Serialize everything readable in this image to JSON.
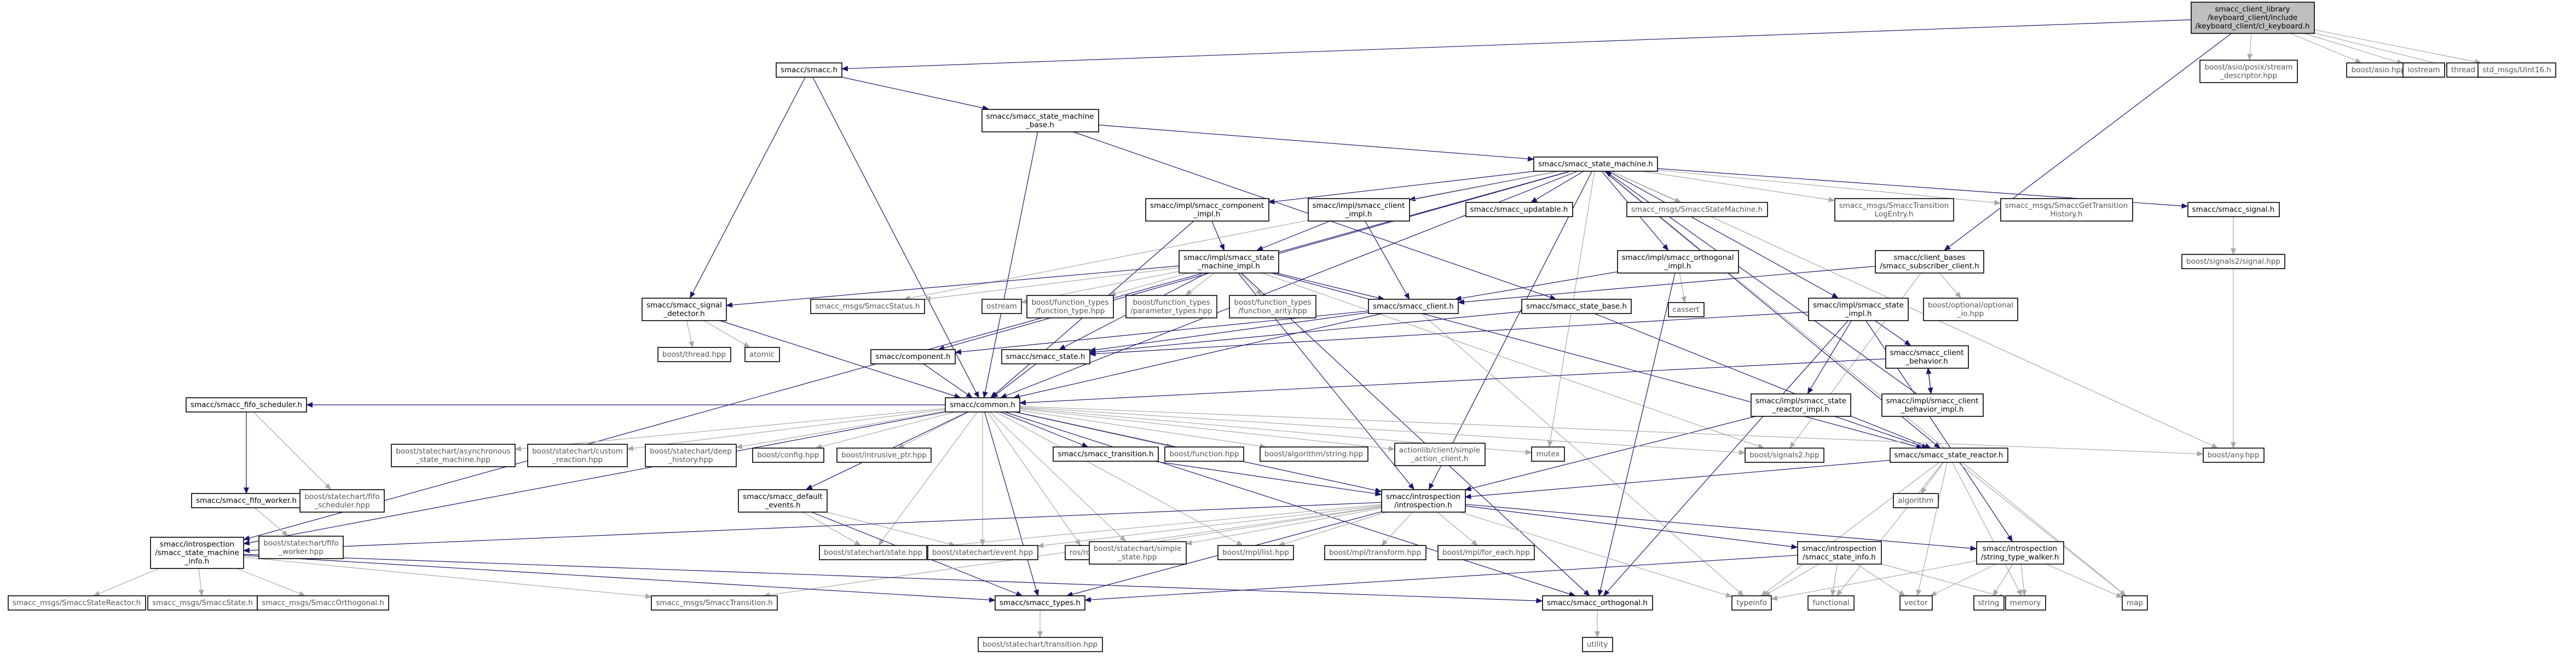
{
  "nodes": [
    {
      "id": "root",
      "lines": [
        "smacc_client_library",
        "/keyboard_client/include",
        "/keyboard_client/cl_keyboard.h"
      ],
      "kind": "root"
    },
    {
      "id": "smacc_h",
      "lines": [
        "smacc/smacc.h"
      ],
      "kind": "doc"
    },
    {
      "id": "asio_pos",
      "lines": [
        "boost/asio/posix/stream",
        "_descriptor.hpp"
      ],
      "kind": "external"
    },
    {
      "id": "asio",
      "lines": [
        "boost/asio.hpp"
      ],
      "kind": "external"
    },
    {
      "id": "iostream",
      "lines": [
        "iostream"
      ],
      "kind": "external"
    },
    {
      "id": "thread",
      "lines": [
        "thread"
      ],
      "kind": "external"
    },
    {
      "id": "uint16",
      "lines": [
        "std_msgs/UInt16.h"
      ],
      "kind": "external"
    },
    {
      "id": "smb",
      "lines": [
        "smacc/smacc_state_machine",
        "_base.h"
      ],
      "kind": "doc"
    },
    {
      "id": "sm",
      "lines": [
        "smacc/smacc_state_machine.h"
      ],
      "kind": "doc"
    },
    {
      "id": "comp_impl",
      "lines": [
        "smacc/impl/smacc_component",
        "_impl.h"
      ],
      "kind": "doc"
    },
    {
      "id": "client_impl",
      "lines": [
        "smacc/impl/smacc_client",
        "_impl.h"
      ],
      "kind": "doc"
    },
    {
      "id": "updatable",
      "lines": [
        "smacc/smacc_updatable.h"
      ],
      "kind": "doc"
    },
    {
      "id": "msg_sm",
      "lines": [
        "smacc_msgs/SmaccStateMachine.h"
      ],
      "kind": "external"
    },
    {
      "id": "msg_trans",
      "lines": [
        "smacc_msgs/SmaccTransition",
        "LogEntry.h"
      ],
      "kind": "external"
    },
    {
      "id": "msg_hist",
      "lines": [
        "smacc_msgs/SmaccGetTransition",
        "History.h"
      ],
      "kind": "external"
    },
    {
      "id": "sig",
      "lines": [
        "smacc/smacc_signal.h"
      ],
      "kind": "doc"
    },
    {
      "id": "sm_impl",
      "lines": [
        "smacc/impl/smacc_state",
        "_machine_impl.h"
      ],
      "kind": "doc"
    },
    {
      "id": "orth_impl",
      "lines": [
        "smacc/impl/smacc_orthogonal",
        "_impl.h"
      ],
      "kind": "doc"
    },
    {
      "id": "sub_client",
      "lines": [
        "smacc/client_bases",
        "/smacc_subscriber_client.h"
      ],
      "kind": "doc"
    },
    {
      "id": "sig2",
      "lines": [
        "boost/signals2/signal.hpp"
      ],
      "kind": "external"
    },
    {
      "id": "sig_det",
      "lines": [
        "smacc/smacc_signal",
        "_detector.h"
      ],
      "kind": "doc"
    },
    {
      "id": "msg_status",
      "lines": [
        "smacc_msgs/SmaccStatus.h"
      ],
      "kind": "external"
    },
    {
      "id": "ostream",
      "lines": [
        "ostream"
      ],
      "kind": "external"
    },
    {
      "id": "ft_type",
      "lines": [
        "boost/function_types",
        "/function_type.hpp"
      ],
      "kind": "external"
    },
    {
      "id": "ft_param",
      "lines": [
        "boost/function_types",
        "/parameter_types.hpp"
      ],
      "kind": "external"
    },
    {
      "id": "ft_arity",
      "lines": [
        "boost/function_types",
        "/function_arity.hpp"
      ],
      "kind": "external"
    },
    {
      "id": "client",
      "lines": [
        "smacc/smacc_client.h"
      ],
      "kind": "doc"
    },
    {
      "id": "cassert",
      "lines": [
        "cassert"
      ],
      "kind": "external"
    },
    {
      "id": "state_base",
      "lines": [
        "smacc/smacc_state_base.h"
      ],
      "kind": "doc"
    },
    {
      "id": "state_impl",
      "lines": [
        "smacc/impl/smacc_state",
        "_impl.h"
      ],
      "kind": "doc"
    },
    {
      "id": "opt",
      "lines": [
        "boost/optional/optional",
        "_io.hpp"
      ],
      "kind": "external"
    },
    {
      "id": "bthread",
      "lines": [
        "boost/thread.hpp"
      ],
      "kind": "external"
    },
    {
      "id": "atomic",
      "lines": [
        "atomic"
      ],
      "kind": "external"
    },
    {
      "id": "component",
      "lines": [
        "smacc/component.h"
      ],
      "kind": "doc"
    },
    {
      "id": "state",
      "lines": [
        "smacc/smacc_state.h"
      ],
      "kind": "doc"
    },
    {
      "id": "cb",
      "lines": [
        "smacc/smacc_client",
        "_behavior.h"
      ],
      "kind": "doc"
    },
    {
      "id": "common",
      "lines": [
        "smacc/common.h"
      ],
      "kind": "doc"
    },
    {
      "id": "cb_impl",
      "lines": [
        "smacc/impl/smacc_client",
        "_behavior_impl.h"
      ],
      "kind": "doc"
    },
    {
      "id": "sr_impl",
      "lines": [
        "smacc/impl/smacc_state",
        "_reactor_impl.h"
      ],
      "kind": "doc"
    },
    {
      "id": "fifo_sched",
      "lines": [
        "smacc/smacc_fifo_scheduler.h"
      ],
      "kind": "doc"
    },
    {
      "id": "async_sm",
      "lines": [
        "boost/statechart/asynchronous",
        "_state_machine.hpp"
      ],
      "kind": "external"
    },
    {
      "id": "custom_r",
      "lines": [
        "boost/statechart/custom",
        "_reaction.hpp"
      ],
      "kind": "external"
    },
    {
      "id": "deep_h",
      "lines": [
        "boost/statechart/deep",
        "_history.hpp"
      ],
      "kind": "external"
    },
    {
      "id": "config",
      "lines": [
        "boost/config.hpp"
      ],
      "kind": "external"
    },
    {
      "id": "intr_ptr",
      "lines": [
        "boost/intrusive_ptr.hpp"
      ],
      "kind": "external"
    },
    {
      "id": "transition",
      "lines": [
        "smacc/smacc_transition.h"
      ],
      "kind": "doc"
    },
    {
      "id": "function",
      "lines": [
        "boost/function.hpp"
      ],
      "kind": "external"
    },
    {
      "id": "algo_str",
      "lines": [
        "boost/algorithm/string.hpp"
      ],
      "kind": "external"
    },
    {
      "id": "actionlib",
      "lines": [
        "actionlib/client/simple",
        "_action_client.h"
      ],
      "kind": "external"
    },
    {
      "id": "mutex",
      "lines": [
        "mutex"
      ],
      "kind": "external"
    },
    {
      "id": "signals2",
      "lines": [
        "boost/signals2.hpp"
      ],
      "kind": "external"
    },
    {
      "id": "any",
      "lines": [
        "boost/any.hpp"
      ],
      "kind": "external"
    },
    {
      "id": "fifo_worker",
      "lines": [
        "smacc/smacc_fifo_worker.h"
      ],
      "kind": "doc"
    },
    {
      "id": "fifo_sched_hpp",
      "lines": [
        "boost/statechart/fifo",
        "_scheduler.hpp"
      ],
      "kind": "external"
    },
    {
      "id": "default_ev",
      "lines": [
        "smacc/smacc_default",
        "_events.h"
      ],
      "kind": "doc"
    },
    {
      "id": "introspection",
      "lines": [
        "smacc/introspection",
        "/introspection.h"
      ],
      "kind": "doc"
    },
    {
      "id": "sreactor",
      "lines": [
        "smacc/smacc_state_reactor.h"
      ],
      "kind": "doc"
    },
    {
      "id": "algorithm",
      "lines": [
        "algorithm"
      ],
      "kind": "external"
    },
    {
      "id": "fifo_worker_hpp",
      "lines": [
        "boost/statechart/fifo",
        "_worker.hpp"
      ],
      "kind": "external"
    },
    {
      "id": "sm_info",
      "lines": [
        "smacc/introspection",
        "/smacc_state_machine",
        "_info.h"
      ],
      "kind": "doc"
    },
    {
      "id": "sc_state",
      "lines": [
        "boost/statechart/state.hpp"
      ],
      "kind": "external"
    },
    {
      "id": "sc_event",
      "lines": [
        "boost/statechart/event.hpp"
      ],
      "kind": "external"
    },
    {
      "id": "ros",
      "lines": [
        "ros/ros.h"
      ],
      "kind": "external"
    },
    {
      "id": "sc_simple",
      "lines": [
        "boost/statechart/simple",
        "_state.hpp"
      ],
      "kind": "external"
    },
    {
      "id": "mpl_list",
      "lines": [
        "boost/mpl/list.hpp"
      ],
      "kind": "external"
    },
    {
      "id": "mpl_trans",
      "lines": [
        "boost/mpl/transform.hpp"
      ],
      "kind": "external"
    },
    {
      "id": "mpl_foreach",
      "lines": [
        "boost/mpl/for_each.hpp"
      ],
      "kind": "external"
    },
    {
      "id": "state_info",
      "lines": [
        "smacc/introspection",
        "/smacc_state_info.h"
      ],
      "kind": "doc"
    },
    {
      "id": "stw",
      "lines": [
        "smacc/introspection",
        "/string_type_walker.h"
      ],
      "kind": "doc"
    },
    {
      "id": "msg_sr",
      "lines": [
        "smacc_msgs/SmaccStateReactor.h"
      ],
      "kind": "external"
    },
    {
      "id": "msg_state",
      "lines": [
        "smacc_msgs/SmaccState.h"
      ],
      "kind": "external"
    },
    {
      "id": "msg_orth",
      "lines": [
        "smacc_msgs/SmaccOrthogonal.h"
      ],
      "kind": "external"
    },
    {
      "id": "msg_transition",
      "lines": [
        "smacc_msgs/SmaccTransition.h"
      ],
      "kind": "external"
    },
    {
      "id": "types",
      "lines": [
        "smacc/smacc_types.h"
      ],
      "kind": "doc"
    },
    {
      "id": "orthogonal",
      "lines": [
        "smacc/smacc_orthogonal.h"
      ],
      "kind": "doc"
    },
    {
      "id": "typeinfo",
      "lines": [
        "typeinfo"
      ],
      "kind": "external"
    },
    {
      "id": "functional",
      "lines": [
        "functional"
      ],
      "kind": "external"
    },
    {
      "id": "vector",
      "lines": [
        "vector"
      ],
      "kind": "external"
    },
    {
      "id": "string",
      "lines": [
        "string"
      ],
      "kind": "external"
    },
    {
      "id": "memory",
      "lines": [
        "memory"
      ],
      "kind": "external"
    },
    {
      "id": "map",
      "lines": [
        "map"
      ],
      "kind": "external"
    },
    {
      "id": "sc_transition",
      "lines": [
        "boost/statechart/transition.hpp"
      ],
      "kind": "external"
    },
    {
      "id": "utility",
      "lines": [
        "utility"
      ],
      "kind": "external"
    }
  ],
  "edges": [
    [
      "root",
      "smacc_h"
    ],
    [
      "root",
      "asio_pos"
    ],
    [
      "root",
      "asio"
    ],
    [
      "root",
      "iostream"
    ],
    [
      "root",
      "thread"
    ],
    [
      "root",
      "uint16"
    ],
    [
      "root",
      "sub_client"
    ],
    [
      "smacc_h",
      "smb"
    ],
    [
      "smacc_h",
      "sig_det"
    ],
    [
      "smacc_h",
      "common"
    ],
    [
      "smb",
      "sm"
    ],
    [
      "smb",
      "state_base"
    ],
    [
      "smb",
      "common"
    ],
    [
      "sm",
      "comp_impl"
    ],
    [
      "sm",
      "client_impl"
    ],
    [
      "sm",
      "updatable"
    ],
    [
      "sm",
      "msg_sm"
    ],
    [
      "sm",
      "msg_trans"
    ],
    [
      "sm",
      "msg_hist"
    ],
    [
      "sm",
      "sig"
    ],
    [
      "sm",
      "orth_impl"
    ],
    [
      "sm",
      "state_impl"
    ],
    [
      "sm",
      "mutex"
    ],
    [
      "sm",
      "map"
    ],
    [
      "sm",
      "any"
    ],
    [
      "sm",
      "msg_status"
    ],
    [
      "sm",
      "common"
    ],
    [
      "sm",
      "sm_info"
    ],
    [
      "sm",
      "introspection"
    ],
    [
      "sm",
      "component"
    ],
    [
      "sm",
      "sreactor"
    ],
    [
      "comp_impl",
      "sm_impl"
    ],
    [
      "comp_impl",
      "common"
    ],
    [
      "client_impl",
      "sm_impl"
    ],
    [
      "client_impl",
      "client"
    ],
    [
      "sm_impl",
      "sig_det"
    ],
    [
      "sm_impl",
      "msg_status"
    ],
    [
      "sm_impl",
      "ostream"
    ],
    [
      "sm_impl",
      "ft_type"
    ],
    [
      "sm_impl",
      "ft_param"
    ],
    [
      "sm_impl",
      "ft_arity"
    ],
    [
      "sm_impl",
      "client"
    ],
    [
      "sm_impl",
      "state"
    ],
    [
      "sm_impl",
      "orthogonal"
    ],
    [
      "sm_impl",
      "introspection"
    ],
    [
      "sm_impl",
      "sreactor"
    ],
    [
      "sm_impl",
      "signals2"
    ],
    [
      "sig",
      "sig2"
    ],
    [
      "sig",
      "any"
    ],
    [
      "orth_impl",
      "client"
    ],
    [
      "orth_impl",
      "cassert"
    ],
    [
      "orth_impl",
      "orthogonal"
    ],
    [
      "sub_client",
      "client"
    ],
    [
      "sub_client",
      "opt"
    ],
    [
      "sub_client",
      "signals2"
    ],
    [
      "sig_det",
      "bthread"
    ],
    [
      "sig_det",
      "atomic"
    ],
    [
      "sig_det",
      "common"
    ],
    [
      "client",
      "component"
    ],
    [
      "client",
      "common"
    ],
    [
      "client",
      "typeinfo"
    ],
    [
      "client",
      "state"
    ],
    [
      "state_base",
      "state"
    ],
    [
      "state_base",
      "sreactor"
    ],
    [
      "state_impl",
      "cb"
    ],
    [
      "state_impl",
      "sr_impl"
    ],
    [
      "state_impl",
      "state"
    ],
    [
      "state_impl",
      "orthogonal"
    ],
    [
      "state_impl",
      "stw"
    ],
    [
      "cb",
      "cb_impl"
    ],
    [
      "cb",
      "common"
    ],
    [
      "cb_impl",
      "cb"
    ],
    [
      "cb_impl",
      "sm"
    ],
    [
      "sr_impl",
      "sreactor"
    ],
    [
      "sr_impl",
      "introspection"
    ],
    [
      "component",
      "common"
    ],
    [
      "state",
      "common"
    ],
    [
      "common",
      "fifo_sched"
    ],
    [
      "common",
      "async_sm"
    ],
    [
      "common",
      "custom_r"
    ],
    [
      "common",
      "deep_h"
    ],
    [
      "common",
      "config"
    ],
    [
      "common",
      "intr_ptr"
    ],
    [
      "common",
      "transition"
    ],
    [
      "common",
      "function"
    ],
    [
      "common",
      "algo_str"
    ],
    [
      "common",
      "actionlib"
    ],
    [
      "common",
      "mutex"
    ],
    [
      "common",
      "signals2"
    ],
    [
      "common",
      "any"
    ],
    [
      "common",
      "default_ev"
    ],
    [
      "common",
      "introspection"
    ],
    [
      "common",
      "sc_event"
    ],
    [
      "common",
      "ros"
    ],
    [
      "common",
      "sc_simple"
    ],
    [
      "common",
      "sc_state"
    ],
    [
      "common",
      "types"
    ],
    [
      "common",
      "sm_info"
    ],
    [
      "common",
      "orthogonal"
    ],
    [
      "common",
      "mpl_list"
    ],
    [
      "fifo_sched",
      "fifo_worker"
    ],
    [
      "fifo_sched",
      "fifo_sched_hpp"
    ],
    [
      "fifo_worker",
      "fifo_worker_hpp"
    ],
    [
      "transition",
      "introspection"
    ],
    [
      "default_ev",
      "sc_state"
    ],
    [
      "default_ev",
      "sc_event"
    ],
    [
      "default_ev",
      "types"
    ],
    [
      "sreactor",
      "introspection"
    ],
    [
      "sreactor",
      "algorithm"
    ],
    [
      "sreactor",
      "functional"
    ],
    [
      "sreactor",
      "vector"
    ],
    [
      "sreactor",
      "memory"
    ],
    [
      "sreactor",
      "map"
    ],
    [
      "sreactor",
      "typeinfo"
    ],
    [
      "introspection",
      "sm_info"
    ],
    [
      "introspection",
      "sc_state"
    ],
    [
      "introspection",
      "sc_event"
    ],
    [
      "introspection",
      "ros"
    ],
    [
      "introspection",
      "sc_simple"
    ],
    [
      "introspection",
      "mpl_list"
    ],
    [
      "introspection",
      "mpl_trans"
    ],
    [
      "introspection",
      "mpl_foreach"
    ],
    [
      "introspection",
      "state_info"
    ],
    [
      "introspection",
      "stw"
    ],
    [
      "introspection",
      "types"
    ],
    [
      "introspection",
      "msg_transition"
    ],
    [
      "introspection",
      "typeinfo"
    ],
    [
      "sm_info",
      "msg_sr"
    ],
    [
      "sm_info",
      "msg_state"
    ],
    [
      "sm_info",
      "msg_orth"
    ],
    [
      "sm_info",
      "msg_transition"
    ],
    [
      "sm_info",
      "types"
    ],
    [
      "sm_info",
      "orthogonal"
    ],
    [
      "state_info",
      "types"
    ],
    [
      "state_info",
      "functional"
    ],
    [
      "state_info",
      "vector"
    ],
    [
      "state_info",
      "memory"
    ],
    [
      "state_info",
      "typeinfo"
    ],
    [
      "stw",
      "typeinfo"
    ],
    [
      "stw",
      "vector"
    ],
    [
      "stw",
      "string"
    ],
    [
      "stw",
      "memory"
    ],
    [
      "stw",
      "map"
    ],
    [
      "types",
      "sc_transition"
    ],
    [
      "orthogonal",
      "utility"
    ]
  ]
}
